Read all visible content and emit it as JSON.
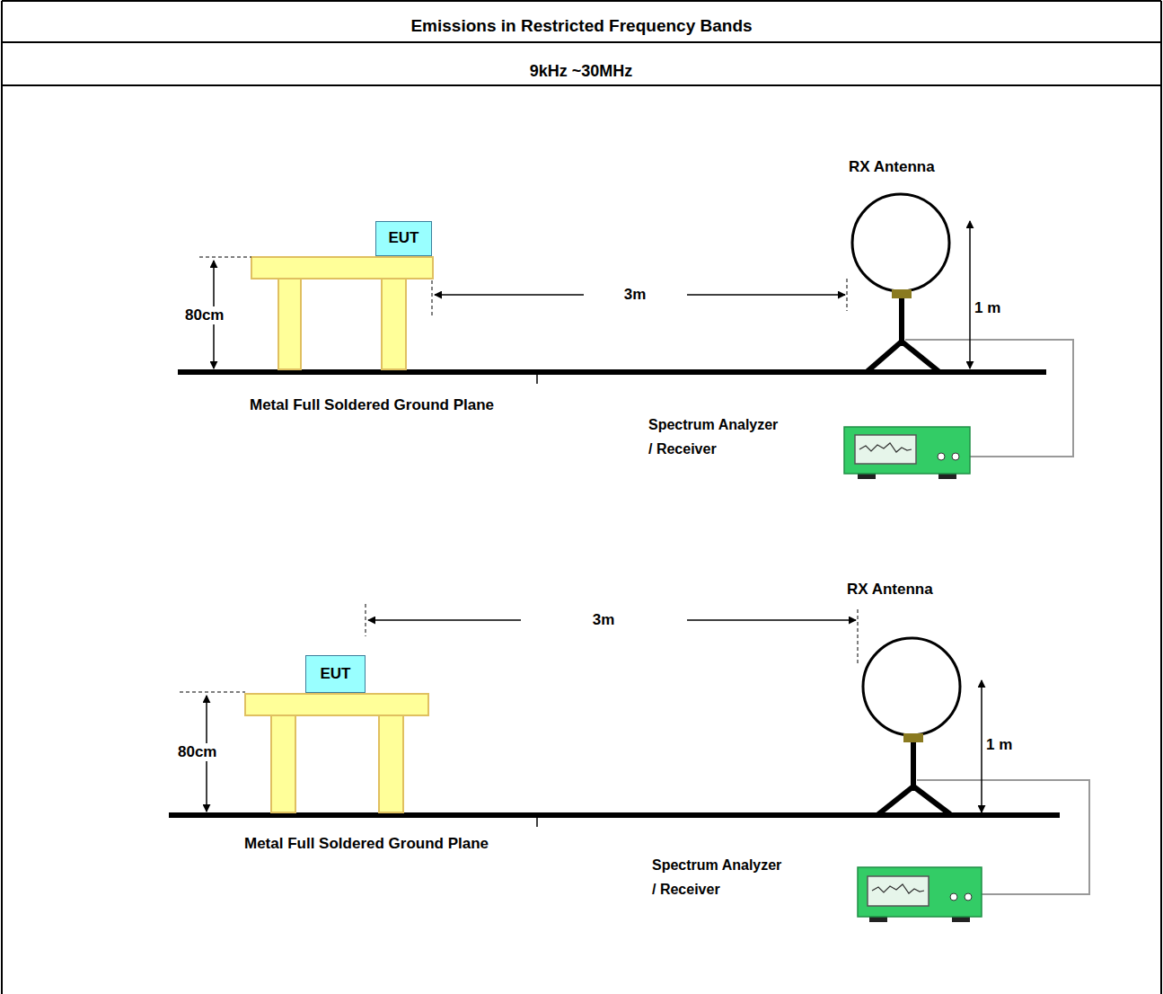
{
  "diagram": {
    "title": "Emissions in Restricted Frequency Bands",
    "nodes": [
      {
        "text": [
          "EUT"
        ]
      },
      {
        "text": [
          "EUT"
        ]
      }
    ],
    "labels": [
      "9kHz ~30MHz",
      "RX Antenna",
      "80cm",
      "3m",
      "1 m",
      "Metal Full Soldered Ground Plane",
      "Spectrum Analyzer / Receiver",
      "3m",
      "RX Antenna",
      "80cm",
      "1 m",
      "Metal Full Soldered Ground Plane",
      "Spectrum Analyzer / Receiver"
    ]
  }
}
